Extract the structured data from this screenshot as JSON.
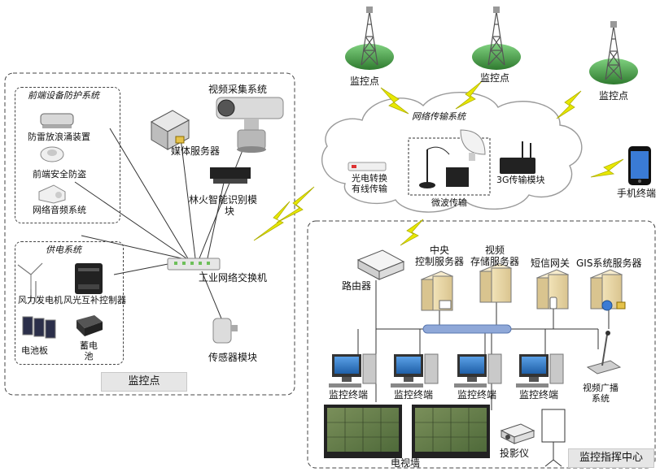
{
  "regions": {
    "monitor_site_title": "监控点",
    "command_center_title": "监控指挥中心",
    "frontend_protection_title": "前端设备防护系统",
    "power_system_title": "供电系统",
    "network_title": "网络传输系统"
  },
  "towers": [
    {
      "label": "监控点"
    },
    {
      "label": "监控点"
    },
    {
      "label": "监控点"
    }
  ],
  "frontend_protection": {
    "surge": "防雷放浪涌装置",
    "anti_theft": "前端安全防盗",
    "audio": "网络音频系统"
  },
  "power": {
    "wind": "风力发电机",
    "controller": "风光互补控制器",
    "panel": "电池板",
    "battery_line1": "蓄电",
    "battery_line2": "池"
  },
  "site_devices": {
    "video_capture": "视频采集系统",
    "media_server": "媒体服务器",
    "fire_line1": "林火智能识别模",
    "fire_line2": "块",
    "switch": "工业网络交换机",
    "sensor": "传感器模块"
  },
  "network": {
    "fiber_line1": "光电转换",
    "fiber_line2": "有线传输",
    "microwave": "微波传输",
    "g3": "3G传输模块"
  },
  "mobile_label": "手机终端",
  "command_center": {
    "router": "路由器",
    "central_line1": "中央",
    "central_line2": "控制服务器",
    "storage_line1": "视频",
    "storage_line2": "存储服务器",
    "sms": "短信网关",
    "gis": "GIS系统服务器",
    "terminals": [
      "监控终端",
      "监控终端",
      "监控终端",
      "监控终端"
    ],
    "broadcast_line1": "视频广播",
    "broadcast_line2": "系统",
    "projector": "投影仪",
    "video_wall": "电视墙"
  },
  "colors": {
    "bolt": "#e8e800",
    "cloud_stroke": "#9a9a9a",
    "bus": "#8fa8d8",
    "tower_green": "#3d8f3d"
  }
}
